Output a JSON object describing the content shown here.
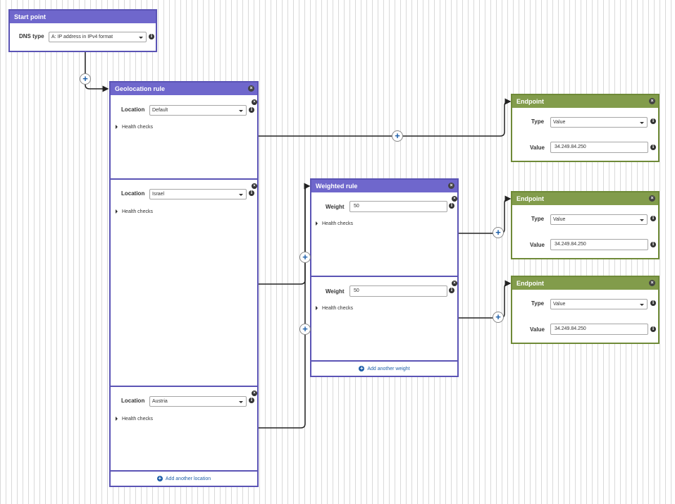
{
  "start_point": {
    "title": "Start point",
    "dns_type_label": "DNS type",
    "dns_type_value": "A: IP address in IPv4 format"
  },
  "geolocation_rule": {
    "title": "Geolocation rule",
    "location_label": "Location",
    "health_checks": "Health checks",
    "locations": [
      "Default",
      "Israel",
      "Austria"
    ],
    "add_label": "Add another location"
  },
  "weighted_rule": {
    "title": "Weighted rule",
    "weight_label": "Weight",
    "health_checks": "Health checks",
    "weights": [
      "50",
      "50"
    ],
    "add_label": "Add another weight"
  },
  "endpoints": [
    {
      "title": "Endpoint",
      "type_label": "Type",
      "type_value": "Value",
      "value_label": "Value",
      "value": "34.249.84.250"
    },
    {
      "title": "Endpoint",
      "type_label": "Type",
      "type_value": "Value",
      "value_label": "Value",
      "value": "34.249.84.250"
    },
    {
      "title": "Endpoint",
      "type_label": "Type",
      "type_value": "Value",
      "value_label": "Value",
      "value": "34.249.84.250"
    }
  ],
  "icons": {
    "plus": "+",
    "close": "×",
    "info": "i"
  },
  "colors": {
    "rule_header": "#6f67cc",
    "rule_border": "#5b54b5",
    "endpoint_header": "#829c4b",
    "endpoint_border": "#6f8a38",
    "link": "#1c5ea8"
  }
}
